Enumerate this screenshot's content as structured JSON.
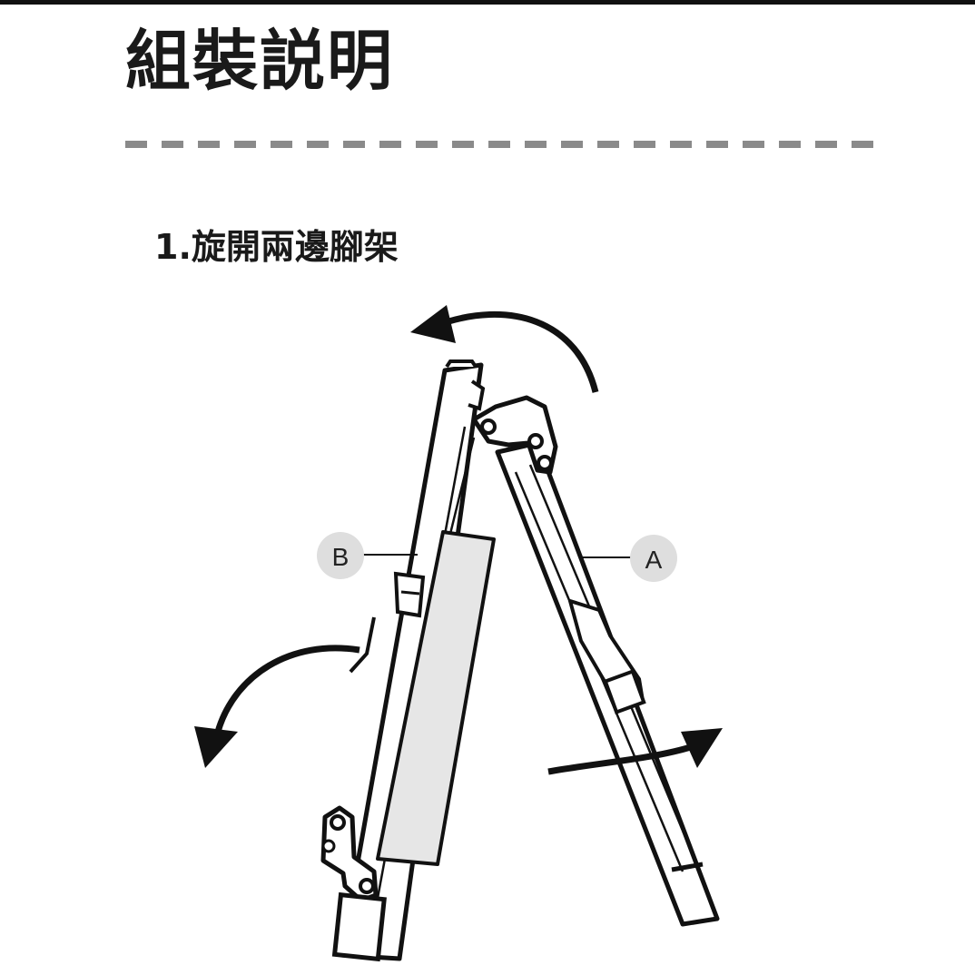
{
  "page": {
    "title": "組裝説明",
    "step_heading": "1.旋開兩邊腳架"
  },
  "illustration": {
    "subject": "folding stand with two legs",
    "callouts": [
      {
        "id": "B",
        "label": "B"
      },
      {
        "id": "A",
        "label": "A"
      }
    ],
    "colors": {
      "outline": "#111111",
      "body_fill": "#ffffff",
      "pad_fill": "#e6e6e6",
      "callout_fill": "#dedede",
      "divider": "#8a8a8a"
    }
  }
}
